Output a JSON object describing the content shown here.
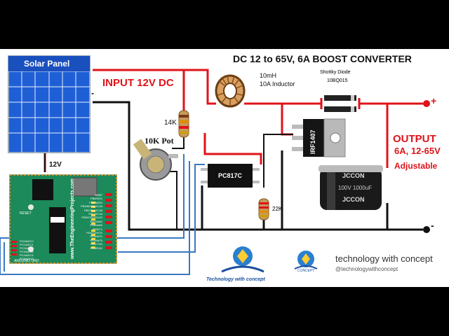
{
  "diagram": {
    "title": "DC 12 to 65V, 6A BOOST CONVERTER",
    "solar_panel": {
      "label": "Solar Panel",
      "minus": "-",
      "supply_label": "12V"
    },
    "input": {
      "label": "INPUT 12V DC"
    },
    "inductor": {
      "line1": "10mH",
      "line2": "10A Inductor"
    },
    "diode": {
      "line1": "Shottky Diode",
      "line2": "10BQ015"
    },
    "resistor_14k": {
      "label": "14K"
    },
    "pot": {
      "label": "10K Pot"
    },
    "optocoupler": {
      "label": "PC817C"
    },
    "mosfet": {
      "label": "IRF1407"
    },
    "resistor_22k": {
      "label": "22K"
    },
    "output": {
      "line1": "OUTPUT",
      "line2": "6A, 12-65V",
      "line3": "Adjustable",
      "plus": "+",
      "minus": "-"
    },
    "capacitor": {
      "line1": "JCCON",
      "line2": "100V 1000uF",
      "line3": "JCCON"
    },
    "arduino": {
      "brand": "www.TheEngineeringProjects.com",
      "reset_label": "RESET",
      "model_label": "ARDUINO UNO",
      "left_pins": [
        "PC0/ADC0",
        "PC1/ADC1",
        "PC2/ADC2",
        "PC3/ADC3",
        "PC4/ADC4",
        "PC5/ADC5"
      ],
      "right_pins": [
        "AREF",
        "PB5/SCK",
        "PB4/MISO",
        "PB3/MOSI/OC2A",
        "PB2/SS/OC1B",
        "PB1/OC1A",
        "PB0/ICP1/CLKO",
        "PD7/AIN1",
        "PD6/AIN0",
        "PD5/T1",
        "PD4/T0/XCK",
        "PD3/INT1",
        "PD2/INT0",
        "PD1/TXD",
        "PD0/RXD"
      ]
    }
  },
  "branding": {
    "logo_caption": "Technology with concept",
    "logo2_caption": "CONCEPT",
    "name": "technology with concept",
    "handle": "@technologywithconcept"
  },
  "colors": {
    "positive_wire": "#e0131a",
    "ground_wire": "#111111",
    "signal_wire": "#3a78c2",
    "panel_blue": "#1f5fd6",
    "board_green": "#1c8a5a"
  }
}
